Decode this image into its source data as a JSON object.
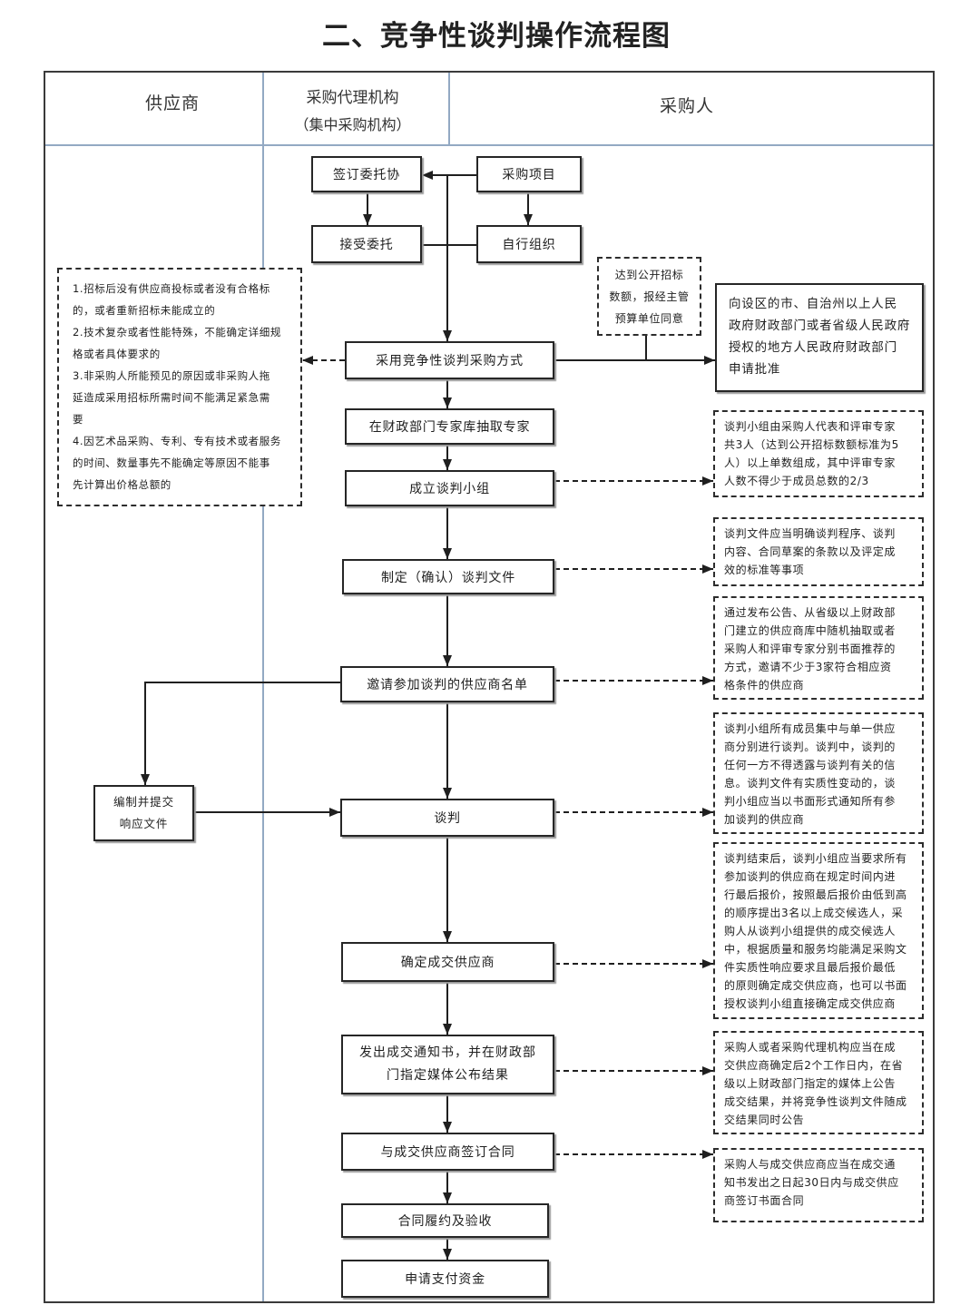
{
  "title": "二、竞争性谈判操作流程图",
  "theme": {
    "ink": "#1f1f1f",
    "divider": "#93a9c3"
  },
  "header": {
    "supplier": "供应商",
    "agency_line1": "采购代理机构",
    "agency_line2": "（集中采购机构）",
    "purchaser": "采购人"
  },
  "steps": {
    "sign_agreement": "签订委托协",
    "procurement_project": "采购项目",
    "accept_entrustment": "接受委托",
    "self_organize": "自行组织",
    "adopt_method": "采用竞争性谈判采购方式",
    "draw_experts": "在财政部门专家库抽取专家",
    "form_panel": "成立谈判小组",
    "prepare_docs": "制定（确认）谈判文件",
    "invite_suppliers": "邀请参加谈判的供应商名单",
    "negotiate": "谈判",
    "determine_supplier": "确定成交供应商",
    "issue_notice": [
      "发出成交通知书，并在财政部",
      "门指定媒体公布结果"
    ],
    "sign_contract": "与成交供应商签订合同",
    "perform_accept": "合同履约及验收",
    "apply_payment": "申请支付资金",
    "prepare_response": [
      "编制并提交",
      "响应文件"
    ],
    "apply_approval": [
      "向设区的市、自治州以上人民",
      "政府财政部门或者省级人民政府",
      "授权的地方人民政府财政部门",
      "申请批准"
    ]
  },
  "notes": {
    "conditions": [
      "1.招标后没有供应商投标或者没有合格标",
      "的，或者重新招标未能成立的",
      "2.技术复杂或者性能特殊，不能确定详细规",
      "格或者具体要求的",
      "3.非采购人所能预见的原因或非采购人拖",
      "延造成采用招标所需时间不能满足紧急需",
      "要",
      "4.因艺术品采购、专利、专有技术或者服务",
      "的时间、数量事先不能确定等原因不能事",
      "先计算出价格总额的"
    ],
    "threshold": [
      "达到公开招标",
      "数额，报经主管",
      "预算单位同意"
    ],
    "panel": [
      "谈判小组由采购人代表和评审专家",
      "共3人（达到公开招标数额标准为5",
      "人）以上单数组成，其中评审专家",
      "人数不得少于成员总数的2/3"
    ],
    "docs": [
      "谈判文件应当明确谈判程序、谈判",
      "内容、合同草案的条款以及评定成",
      "效的标准等事项"
    ],
    "invite": [
      "通过发布公告、从省级以上财政部",
      "门建立的供应商库中随机抽取或者",
      "采购人和评审专家分别书面推荐的",
      "方式，邀请不少于3家符合相应资",
      "格条件的供应商"
    ],
    "negotiation": [
      "谈判小组所有成员集中与单一供应",
      "商分别进行谈判。谈判中，谈判的",
      "任何一方不得透露与谈判有关的信",
      "息。谈判文件有实质性变动的，谈",
      "判小组应当以书面形式通知所有参",
      "加谈判的供应商"
    ],
    "determine": [
      "谈判结束后，谈判小组应当要求所有",
      "参加谈判的供应商在规定时间内进",
      "行最后报价，按照最后报价由低到高",
      "的顺序提出3名以上成交候选人，采",
      "购人从谈判小组提供的成交候选人",
      "中，根据质量和服务均能满足采购文",
      "件实质性响应要求且最后报价最低",
      "的原则确定成交供应商，也可以书面",
      "授权谈判小组直接确定成交供应商"
    ],
    "notice": [
      "采购人或者采购代理机构应当在成",
      "交供应商确定后2个工作日内，在省",
      "级以上财政部门指定的媒体上公告",
      "成交结果，并将竞争性谈判文件随成",
      "交结果同时公告"
    ],
    "contract": [
      "采购人与成交供应商应当在成交通",
      "知书发出之日起30日内与成交供应",
      "商签订书面合同"
    ]
  }
}
